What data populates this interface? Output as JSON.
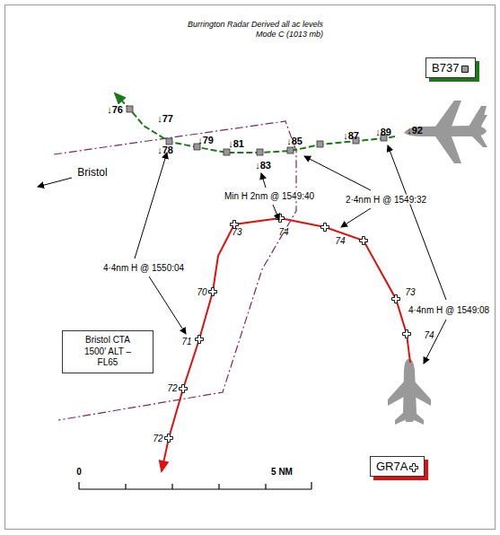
{
  "diagram": {
    "title": "Burrington Radar Derived all ac levels Mode C (1013 mb)",
    "nodes": [
      {
        "text": [
          "B737"
        ]
      },
      {
        "text": [
          "GR7A"
        ]
      },
      {
        "text": [
          "Bristol CTA 1500' ALT – FL65"
        ]
      }
    ],
    "labels": [
      "↓76",
      "↓77",
      "↓78",
      "↓79",
      "↓81",
      "↓83",
      "↓85",
      "↓87",
      "↓89",
      "↓92",
      "Bristol",
      "Min H 2nm @ 1549:40",
      "2·4nm H @ 1549:32",
      "4·4nm H @ 1550:04",
      "4·4nm H @ 1549:08",
      "73",
      "74",
      "74",
      "73",
      "74",
      "70",
      "71",
      "72",
      "72",
      "0",
      "5 NM"
    ]
  }
}
